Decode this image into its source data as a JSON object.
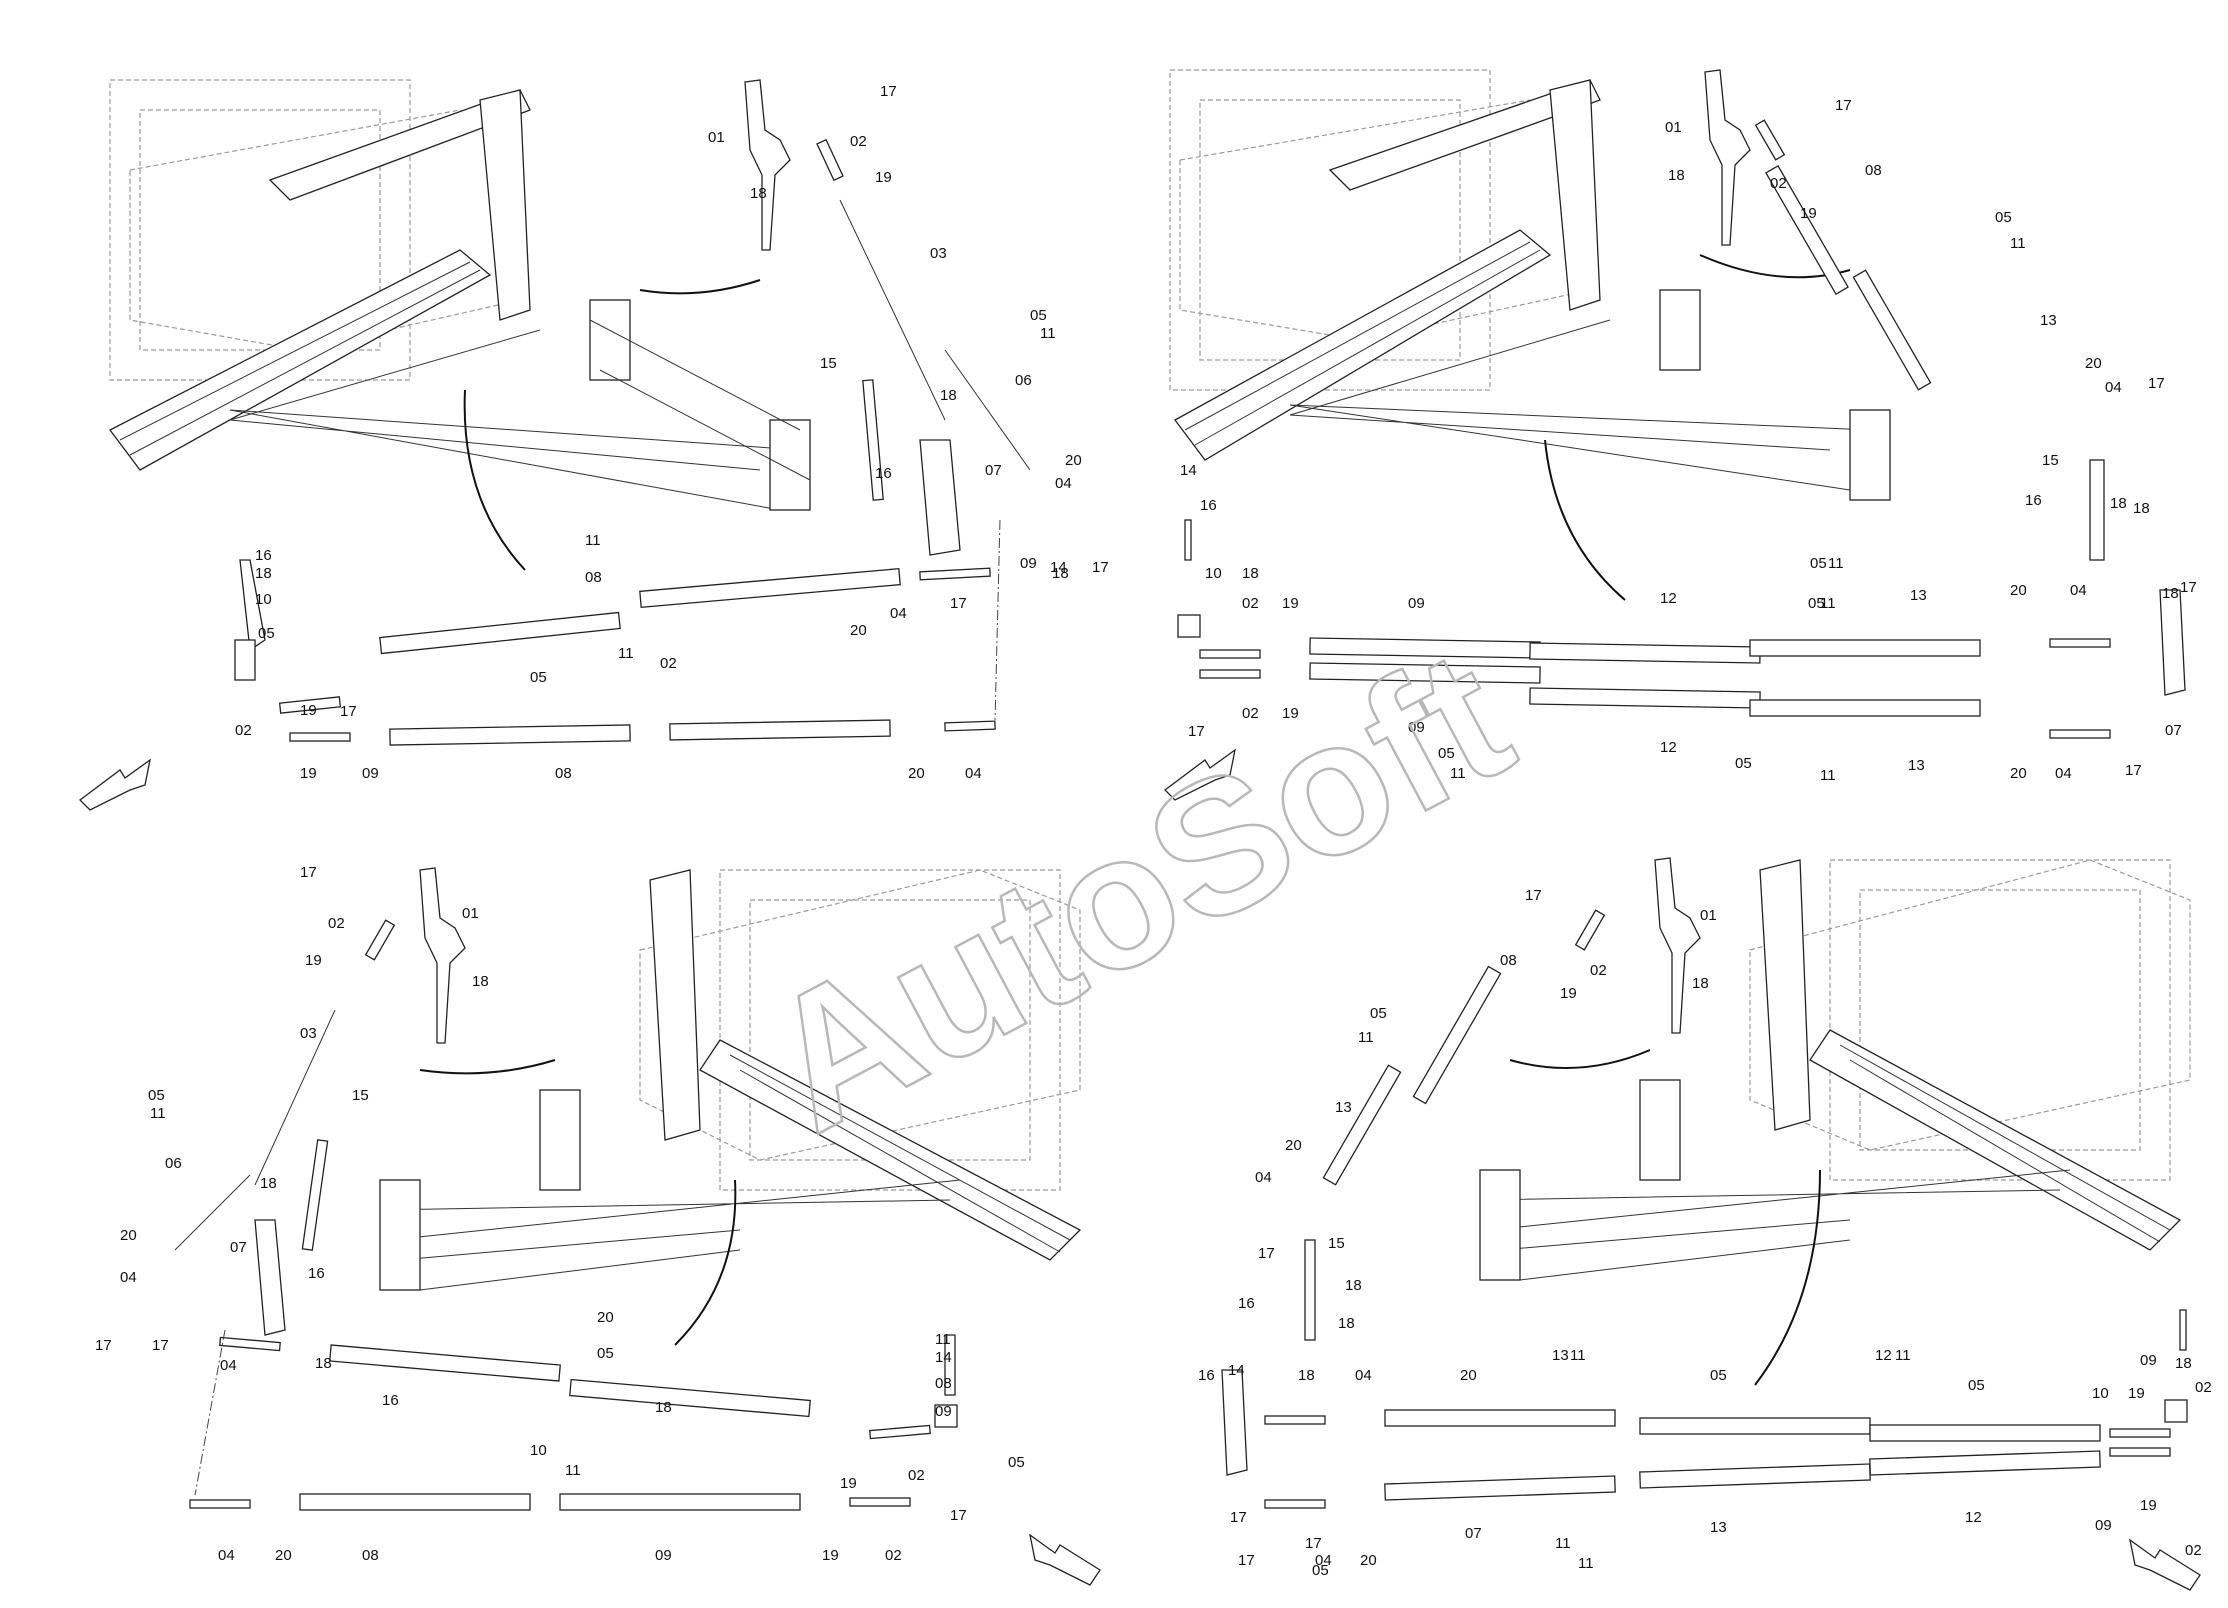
{
  "watermark": "AutoSoft",
  "colors": {
    "line": "#222222",
    "frame": "#9a9a9a",
    "watermark": "#b8b8b8"
  },
  "quadrants": [
    {
      "id": "top-left",
      "callouts": [
        "01",
        "02",
        "17",
        "18",
        "19",
        "03",
        "05",
        "11",
        "06",
        "15",
        "18",
        "16",
        "07",
        "20",
        "04",
        "18",
        "17",
        "14",
        "16",
        "18",
        "10",
        "05",
        "11",
        "08",
        "20",
        "04",
        "17",
        "09",
        "05",
        "11",
        "02",
        "19",
        "17",
        "02",
        "19",
        "09",
        "08",
        "20",
        "04"
      ]
    },
    {
      "id": "top-right",
      "callouts": [
        "01",
        "17",
        "18",
        "02",
        "19",
        "08",
        "05",
        "11",
        "13",
        "20",
        "04",
        "17",
        "15",
        "18",
        "14",
        "16",
        "16",
        "18",
        "10",
        "18",
        "02",
        "05",
        "11",
        "05",
        "11",
        "19",
        "09",
        "12",
        "13",
        "20",
        "04",
        "18",
        "17",
        "07",
        "02",
        "19",
        "09",
        "17",
        "05",
        "11",
        "12",
        "13",
        "05",
        "11",
        "20",
        "04",
        "17"
      ]
    },
    {
      "id": "bottom-left",
      "callouts": [
        "17",
        "02",
        "01",
        "19",
        "18",
        "03",
        "05",
        "11",
        "15",
        "06",
        "18",
        "20",
        "07",
        "16",
        "04",
        "17",
        "17",
        "04",
        "18",
        "20",
        "05",
        "11",
        "14",
        "16",
        "08",
        "18",
        "09",
        "10",
        "11",
        "05",
        "19",
        "02",
        "17",
        "04",
        "20",
        "08",
        "09",
        "19",
        "02"
      ]
    },
    {
      "id": "bottom-right",
      "callouts": [
        "17",
        "01",
        "08",
        "02",
        "18",
        "19",
        "05",
        "11",
        "13",
        "20",
        "04",
        "17",
        "15",
        "18",
        "16",
        "18",
        "14",
        "16",
        "18",
        "04",
        "20",
        "13",
        "11",
        "05",
        "12",
        "11",
        "05",
        "09",
        "18",
        "10",
        "19",
        "02",
        "17",
        "07",
        "13",
        "12",
        "09",
        "19",
        "02",
        "17",
        "05",
        "11",
        "11",
        "17",
        "04",
        "20"
      ]
    }
  ]
}
